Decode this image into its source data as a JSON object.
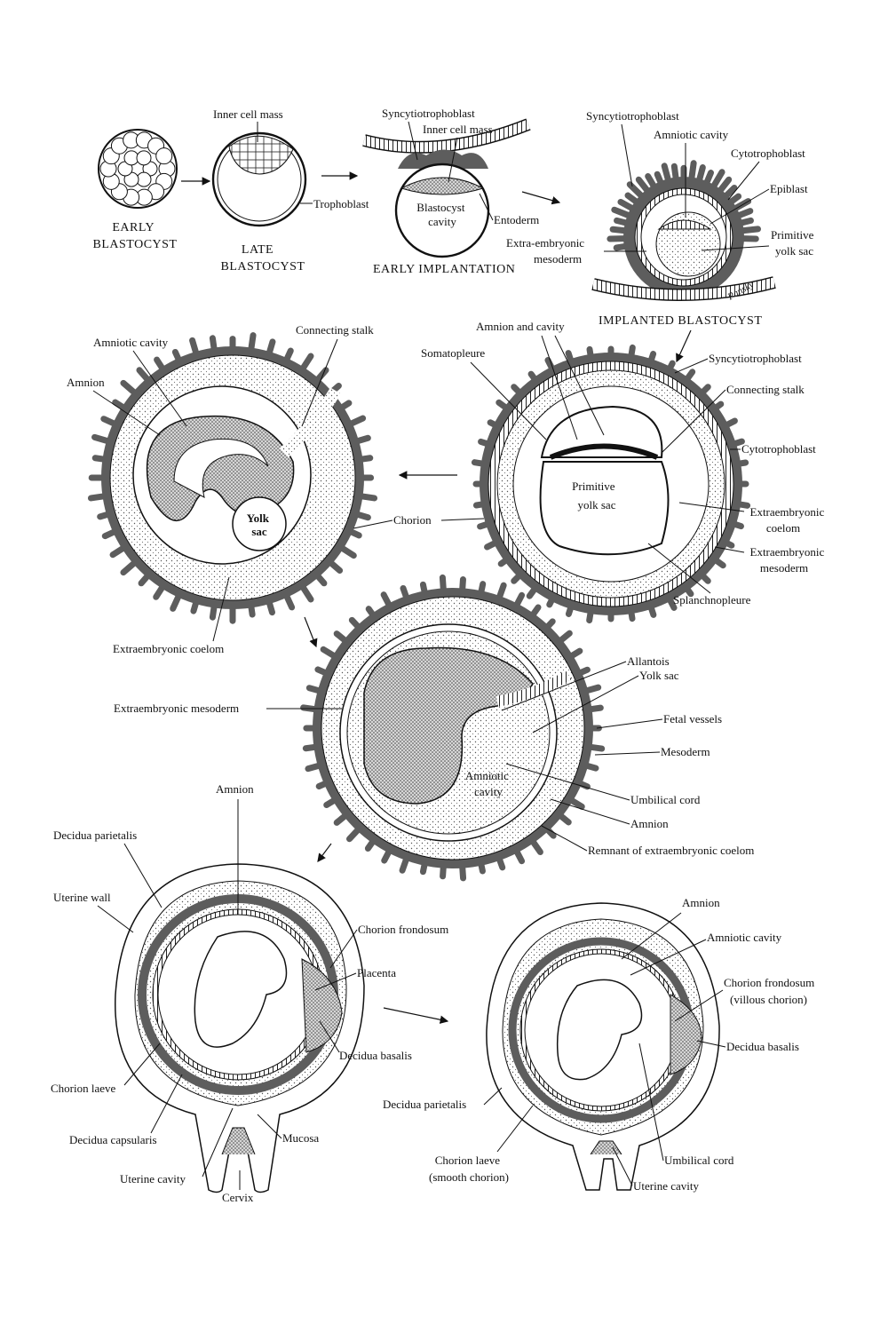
{
  "stage1": {
    "early_blastocyst": [
      "EARLY",
      "BLASTOCYST"
    ],
    "late_blastocyst": [
      "LATE",
      "BLASTOCYST"
    ],
    "inner_cell_mass": "Inner cell mass",
    "trophoblast": "Trophoblast"
  },
  "stage2": {
    "caption": "EARLY IMPLANTATION",
    "syncytiotrophoblast": "Syncytiotrophoblast",
    "inner_cell_mass": "Inner cell mass",
    "blastocyst_cavity": [
      "Blastocyst",
      "cavity"
    ],
    "entoderm": "Entoderm"
  },
  "stage3": {
    "caption": "IMPLANTED BLASTOCYST",
    "syncytiotrophoblast": "Syncytiotrophoblast",
    "amniotic_cavity": "Amniotic cavity",
    "cytotrophoblast": "Cytotrophoblast",
    "epiblast": "Epiblast",
    "extra_embryonic_mesoderm": [
      "Extra-embryonic",
      "mesoderm"
    ],
    "primitive_yolk_sac": [
      "Primitive",
      "yolk sac"
    ],
    "signature": "Pansky"
  },
  "stage4": {
    "amnion_and_cavity": "Amnion and cavity",
    "somatopleure": "Somatopleure",
    "syncytiotrophoblast": "Syncytiotrophoblast",
    "connecting_stalk": "Connecting stalk",
    "cytotrophoblast": "Cytotrophoblast",
    "primitive_yolk_sac": [
      "Primitive",
      "yolk sac"
    ],
    "extraembryonic_coelom": [
      "Extraembryonic",
      "coelom"
    ],
    "extraembryonic_mesoderm": [
      "Extraembryonic",
      "mesoderm"
    ],
    "splanchnopleure": "Splanchnopleure"
  },
  "stage5": {
    "amniotic_cavity": "Amniotic cavity",
    "connecting_stalk": "Connecting stalk",
    "amnion": "Amnion",
    "yolk_sac": [
      "Yolk",
      "sac"
    ],
    "chorion": "Chorion",
    "extraembryonic_coelom": "Extraembryonic coelom"
  },
  "stage6": {
    "allantois": "Allantois",
    "yolk_sac": "Yolk sac",
    "extraembryonic_mesoderm": "Extraembryonic mesoderm",
    "fetal_vessels": "Fetal vessels",
    "mesoderm": "Mesoderm",
    "amniotic_cavity": [
      "Amniotic",
      "cavity"
    ],
    "umbilical_cord": "Umbilical cord",
    "amnion": "Amnion",
    "remnant": "Remnant of extraembryonic coelom"
  },
  "stage7": {
    "amnion": "Amnion",
    "decidua_parietalis": "Decidua parietalis",
    "uterine_wall": "Uterine wall",
    "chorion_frondosum": "Chorion frondosum",
    "placenta": "Placenta",
    "decidua_basalis": "Decidua basalis",
    "chorion_laeve": "Chorion laeve",
    "decidua_capsularis": "Decidua capsularis",
    "mucosa": "Mucosa",
    "uterine_cavity": "Uterine cavity",
    "cervix": "Cervix"
  },
  "stage8": {
    "amnion": "Amnion",
    "amniotic_cavity": "Amniotic cavity",
    "chorion_frondosum": [
      "Chorion frondosum",
      "(villous chorion)"
    ],
    "decidua_basalis": "Decidua basalis",
    "decidua_parietalis": "Decidua parietalis",
    "chorion_laeve": [
      "Chorion laeve",
      "(smooth chorion)"
    ],
    "umbilical_cord": "Umbilical cord",
    "uterine_cavity": "Uterine cavity"
  },
  "colors": {
    "tissue": "#5d5d5d",
    "line": "#111111",
    "background": "#ffffff"
  }
}
